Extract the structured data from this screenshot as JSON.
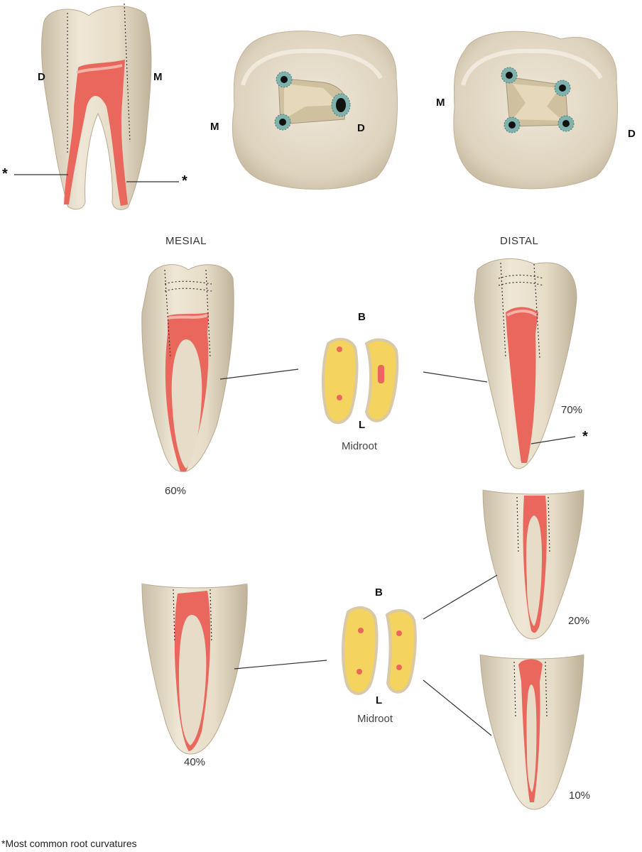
{
  "top_tooth": {
    "distal_label": "D",
    "mesial_label": "M",
    "marker_left": "*",
    "marker_right": "*"
  },
  "access_left": {
    "mesial_label": "M",
    "distal_label": "D"
  },
  "access_right": {
    "mesial_label": "M",
    "distal_label": "D"
  },
  "section_headers": {
    "mesial": "MESIAL",
    "distal": "DISTAL"
  },
  "mesial_root": {
    "percent": "60%"
  },
  "distal_root": {
    "percent": "70%",
    "marker": "*"
  },
  "cross_section_1": {
    "buccal_label": "B",
    "lingual_label": "L",
    "caption": "Midroot"
  },
  "lower_mesial": {
    "percent": "40%"
  },
  "cross_section_2": {
    "buccal_label": "B",
    "lingual_label": "L",
    "caption": "Midroot"
  },
  "lower_distal_a": {
    "percent": "20%"
  },
  "lower_distal_b": {
    "percent": "10%"
  },
  "footnote": "*Most common root curvatures",
  "colors": {
    "pulp": "#e9675c",
    "dentin": "#e8dcc6",
    "enamel": "#f2ece0",
    "section": "#f4d35e"
  }
}
